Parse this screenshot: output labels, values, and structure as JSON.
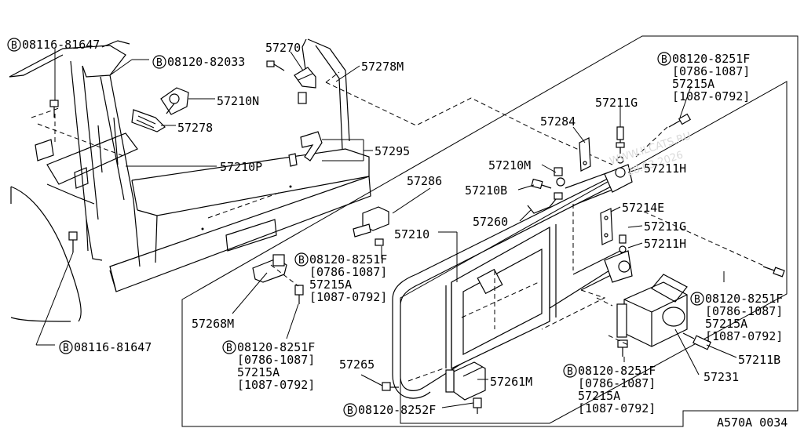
{
  "diagram_code": "A570A 0034",
  "watermark": {
    "line1": "WWW.ILCATS.RU",
    "line2": "28.03.2026"
  },
  "callouts": [
    {
      "id": "c1",
      "badge": "B",
      "text": "08116-81647"
    },
    {
      "id": "c2",
      "badge": "B",
      "text": "08120-82033"
    },
    {
      "id": "c3",
      "text": "57270"
    },
    {
      "id": "c4",
      "text": "57278M"
    },
    {
      "id": "c5",
      "text": "57210N"
    },
    {
      "id": "c6",
      "text": "57278"
    },
    {
      "id": "c7",
      "text": "57295"
    },
    {
      "id": "c8",
      "text": "57210P"
    },
    {
      "id": "c9",
      "badge": "B",
      "text": "08120-8251F",
      "lines": [
        "[0786-1087]",
        "57215A",
        "[1087-0792]"
      ]
    },
    {
      "id": "c10",
      "text": "57211G"
    },
    {
      "id": "c11",
      "text": "57284"
    },
    {
      "id": "c12",
      "text": "57211H"
    },
    {
      "id": "c13",
      "text": "57210M"
    },
    {
      "id": "c14",
      "text": "57286"
    },
    {
      "id": "c15",
      "text": "57210B"
    },
    {
      "id": "c16",
      "text": "57214E"
    },
    {
      "id": "c17",
      "text": "57260"
    },
    {
      "id": "c18",
      "text": "57211G"
    },
    {
      "id": "c19",
      "text": "57210"
    },
    {
      "id": "c20",
      "text": "57211H"
    },
    {
      "id": "c21",
      "badge": "B",
      "text": "08120-8251F",
      "lines": [
        "[0786-1087]",
        "57215A",
        "[1087-0792]"
      ]
    },
    {
      "id": "c22",
      "badge": "B",
      "text": "08120-8251F",
      "lines": [
        "[0786-1087]",
        "57215A",
        "[1087-0792]"
      ]
    },
    {
      "id": "c23",
      "text": "57268M"
    },
    {
      "id": "c24",
      "badge": "B",
      "text": "08116-81647"
    },
    {
      "id": "c25",
      "text": "57211B"
    },
    {
      "id": "c26",
      "badge": "B",
      "text": "08120-8251F",
      "lines": [
        "[0786-1087]",
        "57215A",
        "[1087-0792]"
      ]
    },
    {
      "id": "c27",
      "text": "57231"
    },
    {
      "id": "c28",
      "text": "57265"
    },
    {
      "id": "c29",
      "text": "57261M"
    },
    {
      "id": "c30",
      "badge": "B",
      "text": "08120-8251F",
      "lines": [
        "[0786-1087]",
        "57215A",
        "[1087-0792]"
      ]
    },
    {
      "id": "c31",
      "badge": "B",
      "text": "08120-8252F"
    }
  ]
}
